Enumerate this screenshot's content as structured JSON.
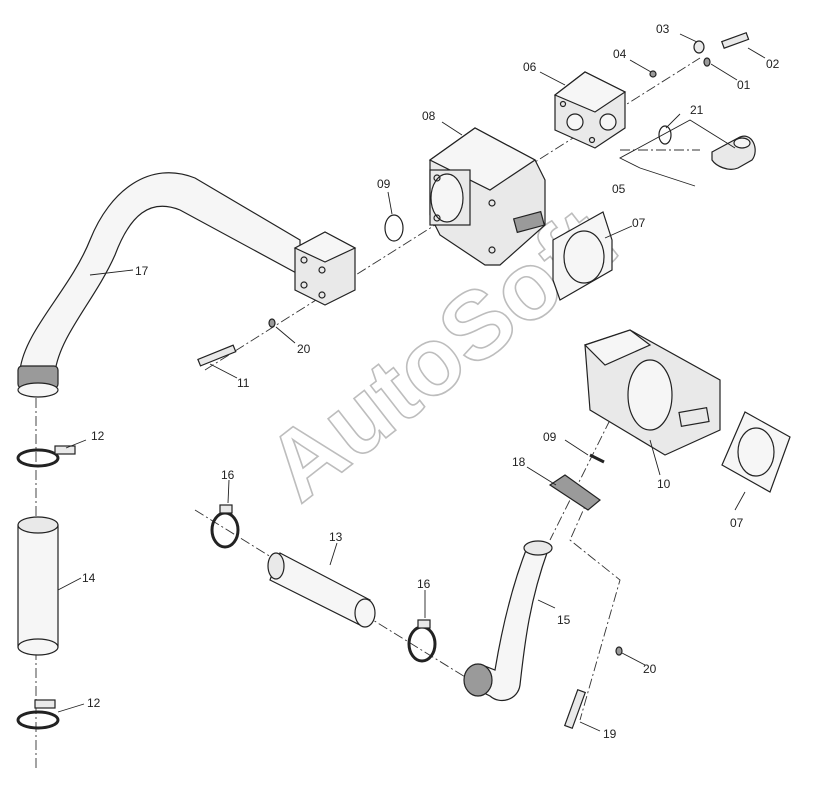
{
  "watermark": "AutoSoft",
  "callouts": [
    {
      "id": "c01",
      "text": "01"
    },
    {
      "id": "c02",
      "text": "02"
    },
    {
      "id": "c03",
      "text": "03"
    },
    {
      "id": "c04",
      "text": "04"
    },
    {
      "id": "c05",
      "text": "05"
    },
    {
      "id": "c06",
      "text": "06"
    },
    {
      "id": "c07a",
      "text": "07"
    },
    {
      "id": "c07b",
      "text": "07"
    },
    {
      "id": "c08",
      "text": "08"
    },
    {
      "id": "c09a",
      "text": "09"
    },
    {
      "id": "c09b",
      "text": "09"
    },
    {
      "id": "c10",
      "text": "10"
    },
    {
      "id": "c11",
      "text": "11"
    },
    {
      "id": "c12a",
      "text": "12"
    },
    {
      "id": "c12b",
      "text": "12"
    },
    {
      "id": "c13",
      "text": "13"
    },
    {
      "id": "c14",
      "text": "14"
    },
    {
      "id": "c15",
      "text": "15"
    },
    {
      "id": "c16a",
      "text": "16"
    },
    {
      "id": "c16b",
      "text": "16"
    },
    {
      "id": "c17",
      "text": "17"
    },
    {
      "id": "c18",
      "text": "18"
    },
    {
      "id": "c19",
      "text": "19"
    },
    {
      "id": "c20a",
      "text": "20"
    },
    {
      "id": "c20b",
      "text": "20"
    },
    {
      "id": "c21",
      "text": "21"
    }
  ]
}
